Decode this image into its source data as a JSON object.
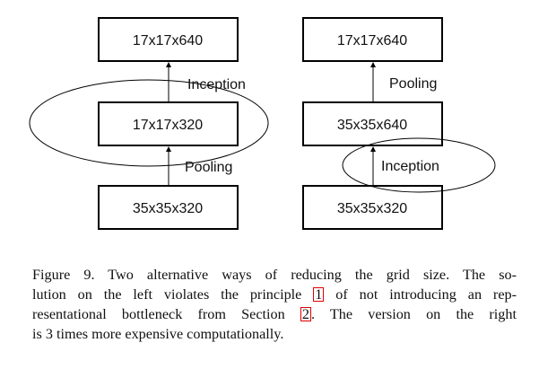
{
  "diagram": {
    "left": {
      "boxes": [
        "17x17x640",
        "17x17x320",
        "35x35x320"
      ],
      "ops": [
        "Inception",
        "Pooling"
      ]
    },
    "right": {
      "boxes": [
        "17x17x640",
        "35x35x640",
        "35x35x320"
      ],
      "ops": [
        "Pooling",
        "Inception"
      ]
    },
    "colors": {
      "stroke": "#000000",
      "link_box": "#e00000"
    }
  },
  "caption": {
    "line1": "Figure 9. Two alternative ways of reducing the grid size. The so-",
    "line2_a": "lution on the left violates the principle ",
    "ref1": "1",
    "line2_b": " of not introducing an rep-",
    "line3_a": "resentational bottleneck from Section ",
    "ref2": "2",
    "line3_b": ". The version on the right",
    "line4": "is 3 times more expensive computationally."
  }
}
